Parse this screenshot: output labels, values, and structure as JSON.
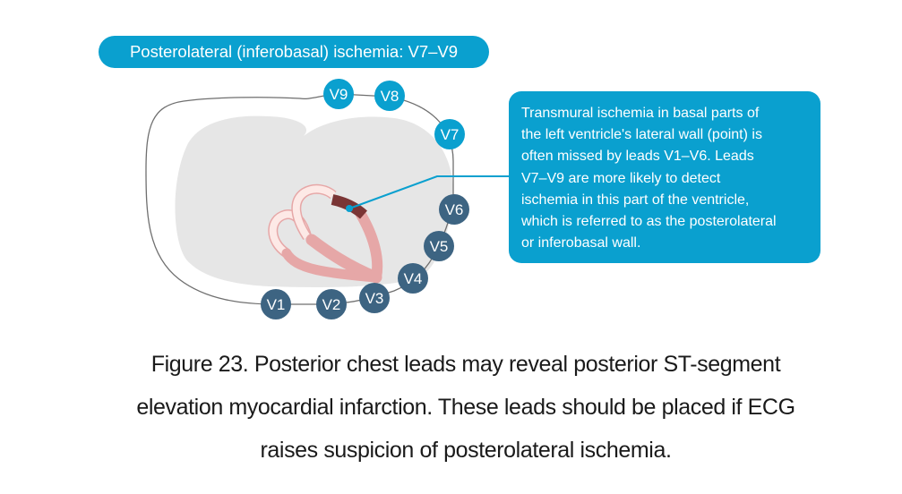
{
  "title": "Posterolateral (inferobasal) ischemia: V7–V9",
  "callout": {
    "text": "Transmural ischemia in basal parts of\nthe left ventricle's lateral wall (point) is\noften missed by leads V1–V6. Leads\nV7–V9 are more likely to detect\nischemia in this part of the ventricle,\nwhich is referred to as the posterolateral\nor inferobasal wall."
  },
  "leads": {
    "posterior": [
      "V9",
      "V8",
      "V7"
    ],
    "precordial": [
      "V1",
      "V2",
      "V3",
      "V4",
      "V5",
      "V6"
    ]
  },
  "colors": {
    "accent_blue": "#0aa0cf",
    "precordial_lead": "#3d6482",
    "ischemic_wall": "#7a3535",
    "myocardium": "#e6a7a7",
    "atria": "#fde9e6",
    "lung_area": "#e6e6e6"
  },
  "caption": {
    "lines": [
      "Figure 23. Posterior chest leads may reveal posterior ST-segment",
      "elevation myocardial infarction. These leads should be placed if ECG",
      "raises suspicion of posterolateral ischemia."
    ]
  }
}
